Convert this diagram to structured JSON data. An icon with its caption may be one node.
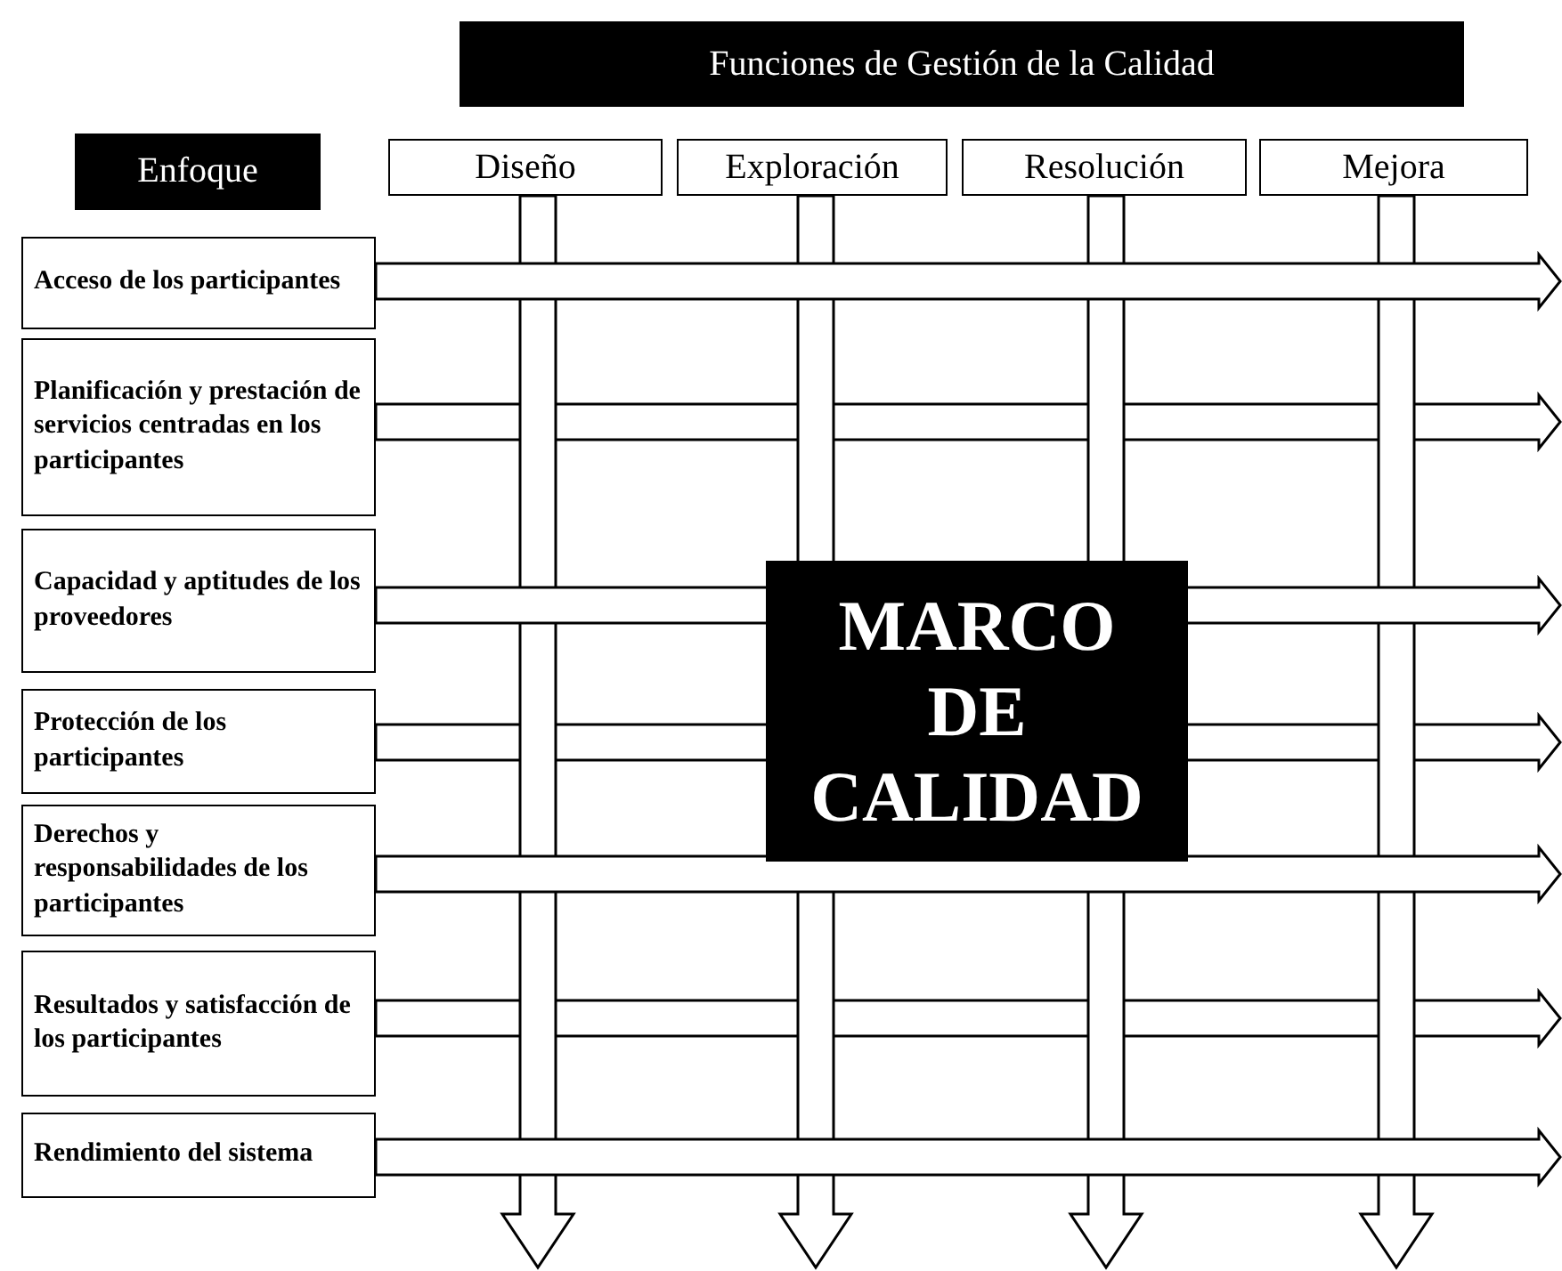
{
  "diagram": {
    "nodes": [
      {
        "text": [
          "Funciones de Gestión de la Calidad"
        ]
      },
      {
        "text": [
          "Enfoque"
        ]
      },
      {
        "text": [
          "Diseño"
        ]
      },
      {
        "text": [
          "Exploración"
        ]
      },
      {
        "text": [
          "Resolución"
        ]
      },
      {
        "text": [
          "Mejora"
        ]
      },
      {
        "text": [
          "Acceso de los participantes"
        ]
      },
      {
        "text": [
          "Planificación y prestación de servicios centradas en los participantes"
        ]
      },
      {
        "text": [
          "Capacidad y aptitudes de los proveedores"
        ]
      },
      {
        "text": [
          "Protección de los participantes"
        ]
      },
      {
        "text": [
          "Derechos y responsabilidades de los participantes"
        ]
      },
      {
        "text": [
          "Resultados y satisfacción de los participantes"
        ]
      },
      {
        "text": [
          "Rendimiento del sistema"
        ]
      },
      {
        "text": [
          "MARCO DE CALIDAD"
        ]
      }
    ],
    "edges": [
      {
        "from": 2,
        "to": null,
        "arrow": "to"
      },
      {
        "from": 3,
        "to": null,
        "arrow": "to"
      },
      {
        "from": 4,
        "to": null,
        "arrow": "to"
      },
      {
        "from": 5,
        "to": null,
        "arrow": "to"
      },
      {
        "from": 6,
        "to": null,
        "arrow": "to"
      },
      {
        "from": 7,
        "to": null,
        "arrow": "to"
      },
      {
        "from": 8,
        "to": null,
        "arrow": "to"
      },
      {
        "from": 9,
        "to": null,
        "arrow": "to"
      },
      {
        "from": 10,
        "to": null,
        "arrow": "to"
      },
      {
        "from": 11,
        "to": null,
        "arrow": "to"
      },
      {
        "from": 12,
        "to": null,
        "arrow": "to"
      }
    ]
  }
}
